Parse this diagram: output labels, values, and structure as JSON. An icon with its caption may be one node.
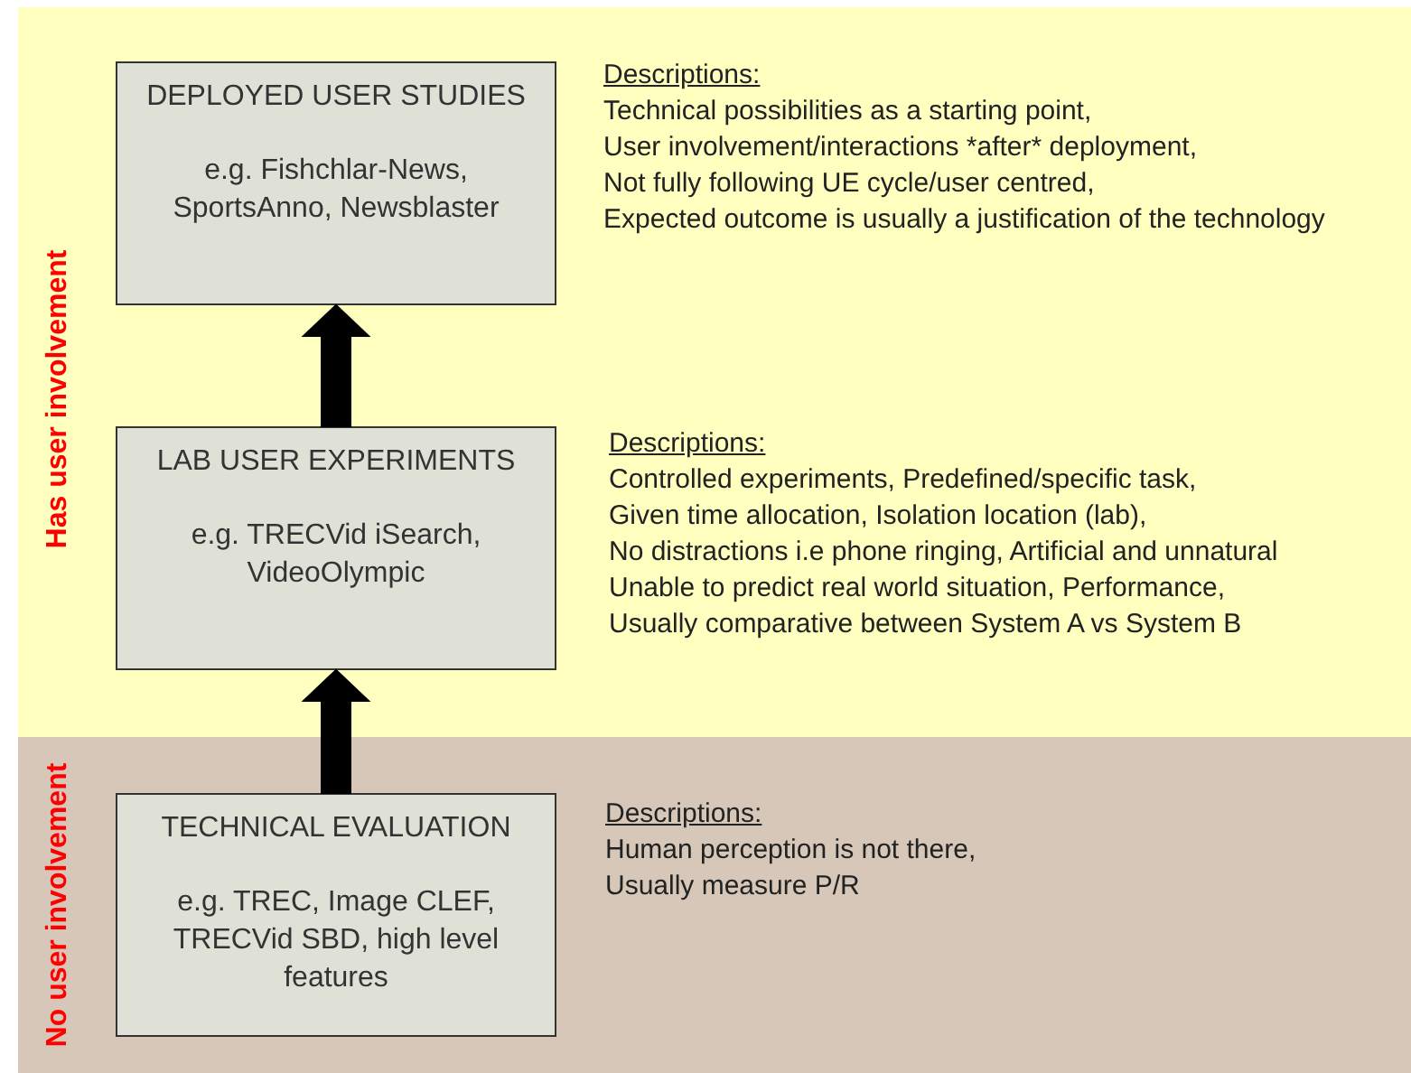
{
  "diagram": {
    "nodes": [
      {
        "text": [
          "Has user involvement"
        ]
      },
      {
        "text": [
          "DEPLOYED USER STUDIES",
          "e.g. Fishchlar-News, SportsAnno, Newsblaster"
        ],
        "in": 0,
        "beside": [
          "Descriptions:",
          "Technical possibilities as a starting point,",
          "User involvement/interactions *after* deployment,",
          "Not fully following UE cycle/user centred,",
          "Expected outcome is usually a justification of the technology"
        ]
      },
      {
        "text": [
          "LAB USER EXPERIMENTS",
          "e.g. TRECVid iSearch, VideoOlympic"
        ],
        "in": 0,
        "beside": [
          "Descriptions:",
          "Controlled experiments, Predefined/specific task,",
          "Given time allocation, Isolation location (lab),",
          "No distractions i.e phone ringing, Artificial and unnatural",
          "Unable to predict real world situation, Performance,",
          "Usually comparative between System A vs System B"
        ]
      },
      {
        "text": [
          "No user involvement"
        ]
      },
      {
        "text": [
          "TECHNICAL EVALUATION",
          "e.g. TREC, Image CLEF, TRECVid SBD, high level features"
        ],
        "in": 3,
        "beside": [
          "Descriptions:",
          "Human perception is not there,",
          "Usually measure P/R"
        ]
      }
    ],
    "edges": [
      {
        "from": 2,
        "to": 1,
        "arrow": "to",
        "style": "thick"
      },
      {
        "from": 4,
        "to": 2,
        "arrow": "to",
        "style": "thick"
      }
    ]
  }
}
